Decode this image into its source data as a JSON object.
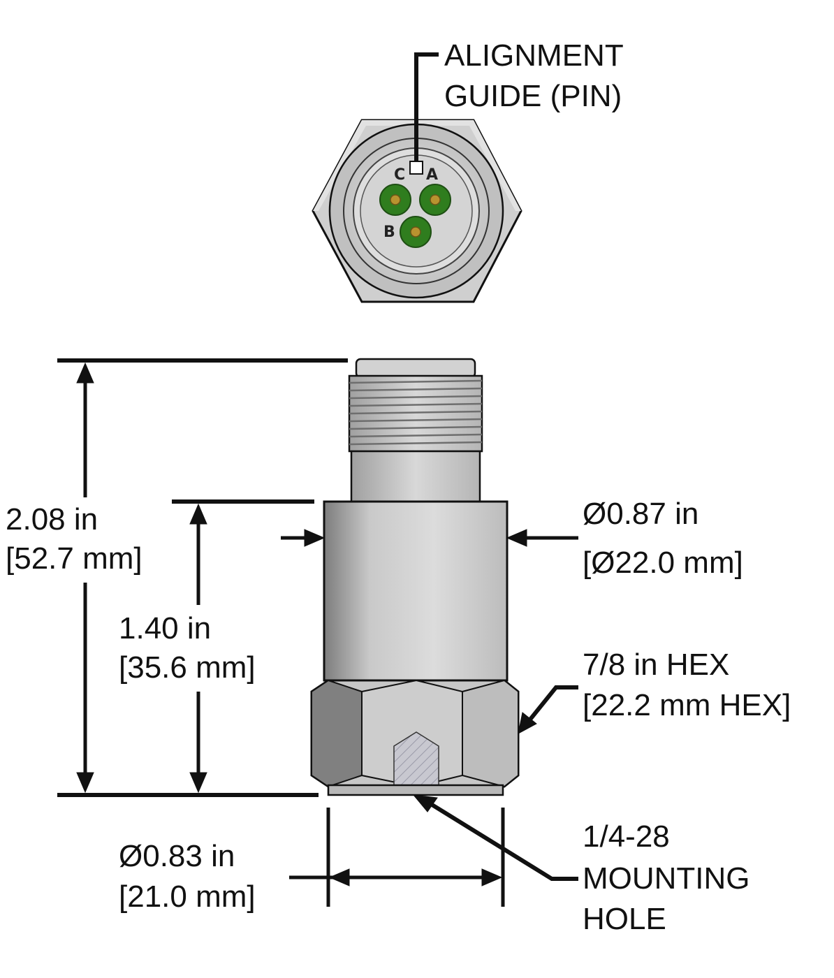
{
  "labels": {
    "alignment_line1": "ALIGNMENT",
    "alignment_line2": "GUIDE (PIN)",
    "height_total_in": "2.08 in",
    "height_total_mm": "[52.7 mm]",
    "height_body_in": "1.40 in",
    "height_body_mm": "[35.6 mm]",
    "diameter_body_in": "Ø0.87 in",
    "diameter_body_mm": "[Ø22.0 mm]",
    "hex_in": "7/8 in HEX",
    "hex_mm": "[22.2 mm HEX]",
    "base_diameter_in": "Ø0.83 in",
    "base_diameter_mm": "[21.0 mm]",
    "mount_line1": "1/4-28",
    "mount_line2": "MOUNTING",
    "mount_line3": "HOLE"
  },
  "pins": {
    "a": "A",
    "b": "B",
    "c": "C"
  },
  "colors": {
    "line": "#111111",
    "metal_light": "#d6d6d6",
    "metal_mid": "#bdbdbd",
    "metal_dark": "#8a8a8a",
    "pin_green": "#2f7d1e",
    "pin_gold": "#b8932f"
  }
}
